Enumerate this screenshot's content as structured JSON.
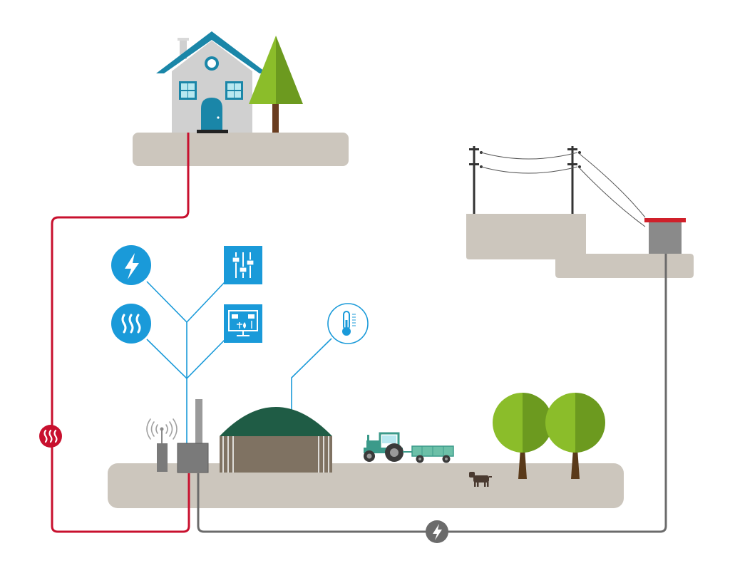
{
  "diagram": {
    "nodes": [
      {
        "name": "house",
        "icon": "house-icon"
      },
      {
        "name": "house-tree",
        "icon": "pine-tree-icon"
      },
      {
        "name": "power-line",
        "icon": "power-pole-icon"
      },
      {
        "name": "transformer",
        "icon": "transformer-box-icon"
      },
      {
        "name": "biogas-plant",
        "icon": "biogas-digester-icon"
      },
      {
        "name": "chp-unit",
        "icon": "chp-unit-icon"
      },
      {
        "name": "antenna",
        "icon": "antenna-icon"
      },
      {
        "name": "tractor",
        "icon": "tractor-icon"
      },
      {
        "name": "trailer",
        "icon": "trailer-icon"
      },
      {
        "name": "cow",
        "icon": "cow-icon"
      },
      {
        "name": "trees",
        "icon": "tree-icon"
      }
    ],
    "feature_icons": [
      {
        "name": "electricity",
        "icon": "lightning-icon"
      },
      {
        "name": "heat",
        "icon": "heat-waves-icon"
      },
      {
        "name": "control",
        "icon": "sliders-icon"
      },
      {
        "name": "monitoring",
        "icon": "monitor-dashboard-icon"
      },
      {
        "name": "temperature",
        "icon": "thermometer-icon"
      }
    ],
    "connections": [
      {
        "name": "heat-line",
        "from": "chp-unit",
        "to": "house",
        "icon": "heat-waves-icon",
        "color": "#c8102e"
      },
      {
        "name": "power-grid-line",
        "from": "chp-unit",
        "to": "transformer",
        "icon": "lightning-icon",
        "color": "#6b6b6b"
      }
    ]
  },
  "colors": {
    "ground": "#ccc6bd",
    "accent_blue": "#1a9ad9",
    "heat_red": "#c8102e",
    "power_gray": "#6b6b6b",
    "tree_green": "#8bbd2a",
    "tree_dark": "#6c9a1f",
    "digester_dome": "#1f5c45",
    "digester_body": "#7f7262",
    "house_roof": "#1a86a8",
    "tractor": "#3b9a8a"
  }
}
